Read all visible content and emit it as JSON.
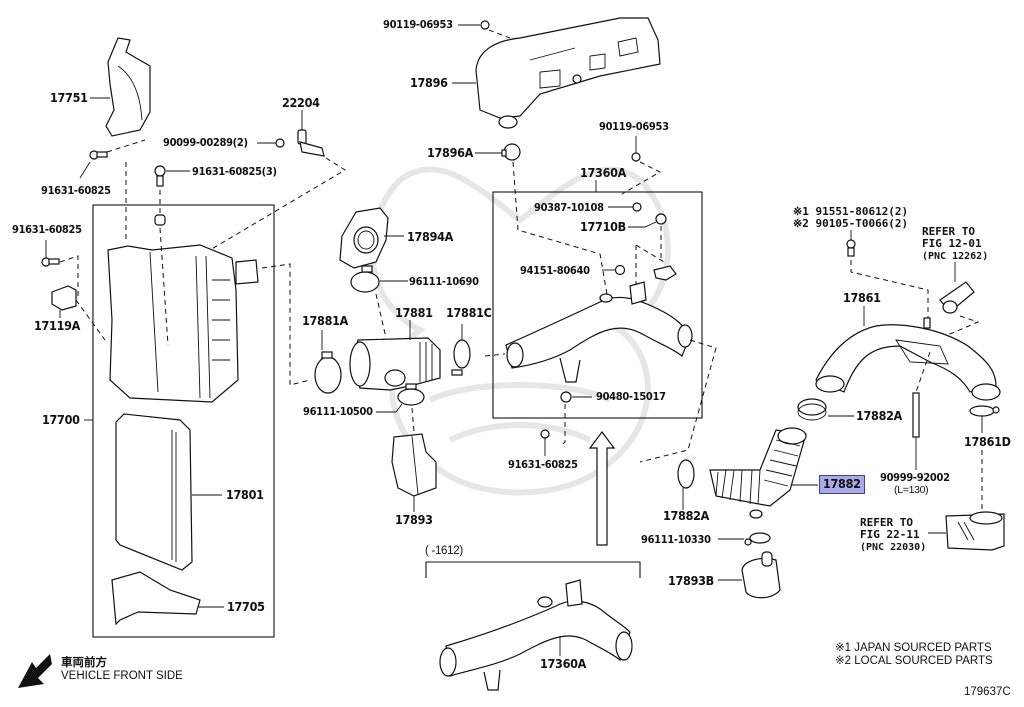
{
  "diagram": {
    "figure_code": "179637C",
    "highlighted_part": "17882",
    "direction_note": {
      "jp": "車両前方",
      "en": "VEHICLE FRONT SIDE",
      "arrow_icon": "arrow-down-left-icon"
    },
    "legend_notes": [
      "※1 JAPAN SOURCED PARTS",
      "※2 LOCAL SOURCED PARTS"
    ],
    "date_range_label": "(      -1612)",
    "labels": {
      "p17751": "17751",
      "p22204": "22204",
      "p90099_00289": "90099-00289(2)",
      "p91631_60825_3": "91631-60825(3)",
      "p91631_60825_a": "91631-60825",
      "p91631_60825_b": "91631-60825",
      "p91631_60825_c": "91631-60825",
      "p17119A": "17119A",
      "p17700": "17700",
      "p17801": "17801",
      "p17705": "17705",
      "p90119_06953_a": "90119-06953",
      "p90119_06953_b": "90119-06953",
      "p17896": "17896",
      "p17896A": "17896A",
      "p17360A_top": "17360A",
      "p17360A_bottom": "17360A",
      "p90387_10108": "90387-10108",
      "p17710B": "17710B",
      "p94151_80640": "94151-80640",
      "p90480_15017": "90480-15017",
      "p17894A": "17894A",
      "p96111_10690": "96111-10690",
      "p17881A": "17881A",
      "p17881": "17881",
      "p17881C": "17881C",
      "p96111_10500": "96111-10500",
      "p17893": "17893",
      "p17861": "17861",
      "p17882A_a": "17882A",
      "p17882A_b": "17882A",
      "p17882": "17882",
      "p17861D": "17861D",
      "p90999_92002": "90999-92002",
      "p90999_92002_len": "(L=130)",
      "p96111_10330": "96111-10330",
      "p17893B": "17893B",
      "note1_line1": "※1 91551-80612(2)",
      "note1_line2": "※2 90105-T0066(2)"
    },
    "references": [
      {
        "line1": "REFER TO",
        "line2": "FIG 12-01",
        "line3": "(PNC 12262)"
      },
      {
        "line1": "REFER TO",
        "line2": "FIG 22-11",
        "line3": "(PNC 22030)"
      }
    ],
    "colors": {
      "line": "#111111",
      "highlight_fill": "#a9a9e8",
      "highlight_border": "#4040a8",
      "watermark": "#e6e6e6"
    }
  }
}
